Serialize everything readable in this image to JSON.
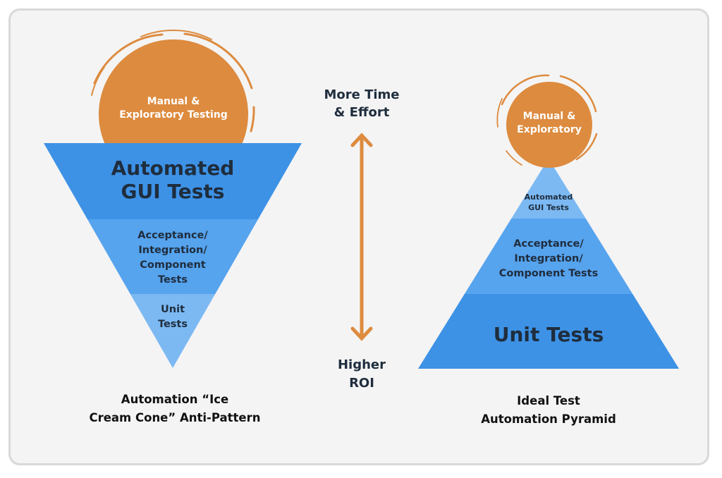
{
  "colors": {
    "background": "#f4f4f4",
    "border": "#d9d9d9",
    "orange": "#dd8b3f",
    "blue_dark": "#3d92e6",
    "blue_mid": "#56a3ee",
    "blue_light": "#7cb9f3",
    "text_dark": "#1f2d3d"
  },
  "ice_cream_cone": {
    "scoop": {
      "line1": "Manual &",
      "line2": "Exploratory Testing"
    },
    "top_layer": {
      "line1": "Automated",
      "line2": "GUI Tests"
    },
    "middle_layer": {
      "line1": "Acceptance/",
      "line2": "Integration/",
      "line3": "Component",
      "line4": "Tests"
    },
    "bottom_layer": {
      "line1": "Unit",
      "line2": "Tests"
    },
    "caption": {
      "line1": "Automation “Ice",
      "line2": "Cream Cone” Anti-Pattern"
    }
  },
  "axis": {
    "top": {
      "line1": "More Time",
      "line2": "& Effort"
    },
    "bottom": {
      "line1": "Higher",
      "line2": "ROI"
    },
    "arrow_icon": "double-headed-vertical-arrow"
  },
  "pyramid": {
    "top_circle": {
      "line1": "Manual &",
      "line2": "Exploratory"
    },
    "top_layer": {
      "line1": "Automated",
      "line2": "GUI Tests"
    },
    "middle_layer": {
      "line1": "Acceptance/",
      "line2": "Integration/",
      "line3": "Component Tests"
    },
    "bottom_layer": {
      "line1": "Unit Tests"
    },
    "caption": {
      "line1": "Ideal Test",
      "line2": "Automation Pyramid"
    }
  }
}
